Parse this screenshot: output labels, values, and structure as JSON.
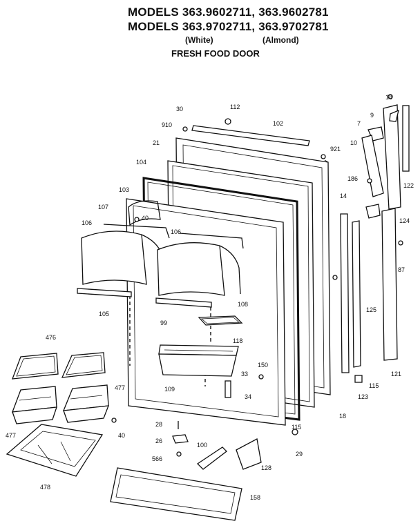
{
  "header": {
    "line1": "MODELS 363.9602711, 363.9602781",
    "line2": "MODELS 363.9702711, 363.9702781",
    "white": "(White)",
    "almond": "(Almond)",
    "section": "FRESH FOOD DOOR"
  },
  "parts": {
    "p18a": "18",
    "p9": "9",
    "p30": "30",
    "p112": "112",
    "p102": "102",
    "p910": "910",
    "p7": "7",
    "p21": "21",
    "p10": "10",
    "p921": "921",
    "p104": "104",
    "p186": "186",
    "p122": "122",
    "p103": "103",
    "p14": "14",
    "p107": "107",
    "p40a": "40",
    "p124": "124",
    "p106a": "106",
    "p106b": "106",
    "p87": "87",
    "p125": "125",
    "p105": "105",
    "p99": "99",
    "p108": "108",
    "p118": "118",
    "p476": "476",
    "p150": "150",
    "p33": "33",
    "p121": "121",
    "p109": "109",
    "p477a": "477",
    "p34": "34",
    "p115a": "115",
    "p123": "123",
    "p18b": "18",
    "p477b": "477",
    "p40b": "40",
    "p28": "28",
    "p115b": "115",
    "p26": "26",
    "p29": "29",
    "p100": "100",
    "p566": "566",
    "p128": "128",
    "p478": "478",
    "p158": "158"
  }
}
